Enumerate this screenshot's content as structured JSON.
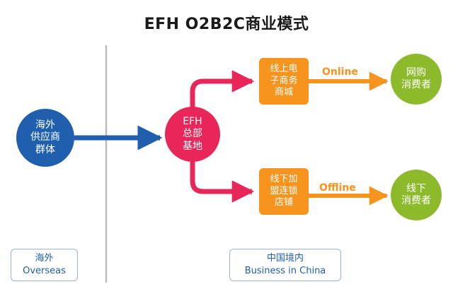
{
  "title": "EFH O2B2C商业模式",
  "nodes": {
    "supplier": "海外\n供应商\n群体",
    "base": "EFH\n总部\n基地",
    "online_channel": "线上电\n子商务\n商城",
    "offline_channel": "线下加\n盟连锁\n店铺",
    "online_consumer": "网购\n消费者",
    "offline_consumer": "线下\n消费者"
  },
  "channels": {
    "online": "Online",
    "offline": "Offline"
  },
  "regions": {
    "overseas_cn": "海外",
    "overseas_en": "Overseas",
    "china_cn": "中国境内",
    "china_en": "Business in China"
  },
  "colors": {
    "supplier": "#1f5fae",
    "base": "#e8265a",
    "channel_box": "#f7941d",
    "consumer": "#8cba2a",
    "divider": "#bbbbbb"
  }
}
